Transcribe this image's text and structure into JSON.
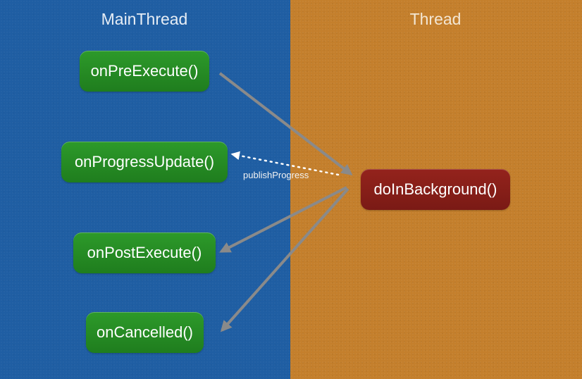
{
  "columns": {
    "main": "MainThread",
    "thread": "Thread"
  },
  "nodes": {
    "pre_execute": "onPreExecute()",
    "progress_update": "onProgressUpdate()",
    "post_execute": "onPostExecute()",
    "cancelled": "onCancelled()",
    "background": "doInBackground()"
  },
  "edges": {
    "publish_label": "publishProgress"
  },
  "colors": {
    "main_thread_bg": "#1f5ea3",
    "worker_thread_bg": "#c47f2c",
    "main_node": "#228c22",
    "worker_node": "#86201a",
    "arrow": "#8a8a8a",
    "progress_arrow": "#ffffff"
  }
}
